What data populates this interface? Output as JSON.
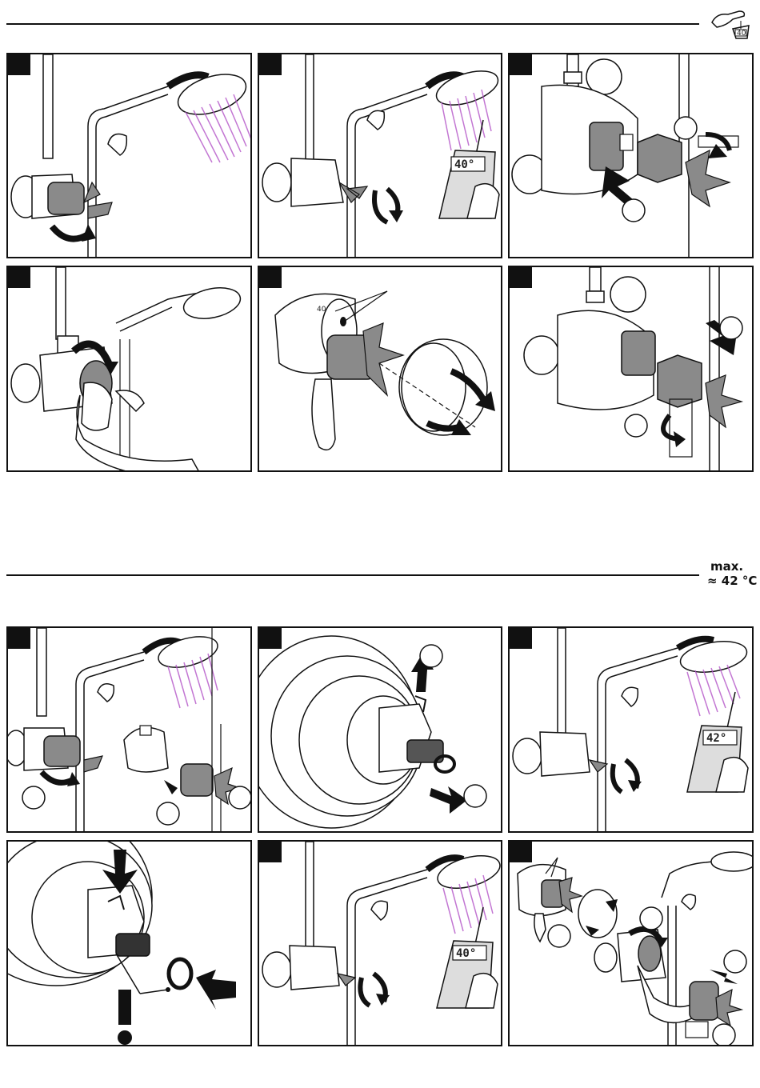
{
  "header": {
    "icon": "shower-temperature-icon"
  },
  "max_label": {
    "line1": "max.",
    "line2": "≈ 42 °C"
  },
  "thermometer": {
    "reading_40": "40°",
    "reading_42": "42°"
  },
  "knob_mark": "40",
  "colors": {
    "spray": "#b455c8",
    "cartridge": "#8a8a8a",
    "ink": "#111111"
  },
  "sections": [
    {
      "panels": [
        "step-1",
        "step-2",
        "step-3",
        "step-4",
        "step-5",
        "step-6"
      ]
    },
    {
      "panels": [
        "step-7",
        "step-8",
        "step-9",
        "step-10",
        "step-11",
        "step-12"
      ]
    }
  ]
}
